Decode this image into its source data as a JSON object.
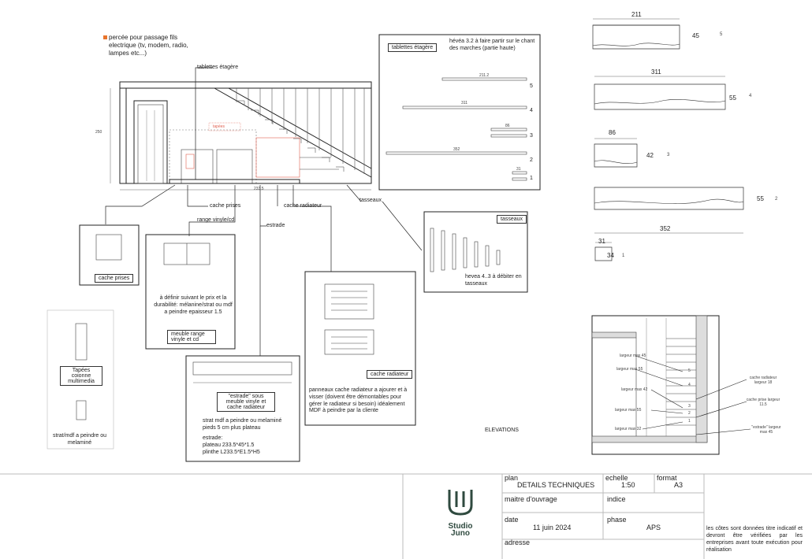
{
  "notes": {
    "percee": "percée pour passage fils electrique (tv, modem, radio, lampes etc...)",
    "tablettes_etagere": "tablettes étagère",
    "cache_prises": "cache prises",
    "range_vinyle": "range vinyle/cd",
    "estrade": "estrade",
    "cache_radiateur": "cache radiateur",
    "tasseaux": "tasseaux"
  },
  "panels": {
    "tablettes": {
      "title": "tablettes étagère",
      "text": "hévéa 3.2 à faire partir sur le chant des marches (partie haute)"
    },
    "tasseaux": {
      "title": "tasseaux",
      "text": "hevea 4..3 à débiter en tasseaux"
    },
    "cache_prises": {
      "title": "cache prises"
    },
    "meuble": {
      "title": "meuble range vinyle et cd",
      "text": "à définir suivant le prix et la durabilité: mélanine/strat ou mdf a peindre epaisseur 1.5"
    },
    "estrade": {
      "title": "\"estrade\" sous meuble vinyle et cache radiateur",
      "text1": "strat mdf a peindre ou melaminé pieds 5 cm plus plateau",
      "text2": "estrade:",
      "text3": "plateau 233.5*45*1.5",
      "text4": "plinthe L233.5*E1.5*H5"
    },
    "cache_radiateur": {
      "title": "cache radiateur",
      "text": "panneaux cache radiateur a ajourer et à visser (doivent être démontables pour gérer le radiateur si besoin) idéalement MDF à peindre par la cliente"
    },
    "tapees": {
      "title": "Tapées coionne multimedia",
      "text": "strat/mdf a peindre ou melaminé"
    }
  },
  "elevations_label": "ELEVATIONS",
  "top_views": [
    {
      "width": "211",
      "depth": "45",
      "index": "5"
    },
    {
      "width": "311",
      "depth": "55",
      "index": "4"
    },
    {
      "width": "86",
      "depth": "42",
      "index": "3"
    },
    {
      "width": "352",
      "depth": "55",
      "index": "2"
    },
    {
      "width": "31",
      "depth": "34",
      "index": "1"
    }
  ],
  "section": {
    "labels": [
      {
        "text": "largeur max 45",
        "num": "5"
      },
      {
        "text": "largeur max 55",
        "num": "4"
      },
      {
        "text": "largeur max 42",
        "num": "3"
      },
      {
        "text": "largeur max 55",
        "num": "2"
      },
      {
        "text": "largeur max 32",
        "num": "1"
      }
    ],
    "right": [
      {
        "text": "cache radiateur largeur 18"
      },
      {
        "text": "cache prise largeur 11.5"
      },
      {
        "text": "\"estrade\" largeur max 45"
      }
    ]
  },
  "shelf_numbers": [
    "5",
    "4",
    "3",
    "2",
    "1"
  ],
  "title_block": {
    "plan_label": "plan",
    "plan_value": "DETAILS TECHNIQUES",
    "echelle_label": "echelle",
    "echelle_value": "1:50",
    "format_label": "format",
    "format_value": "A3",
    "maitre_label": "maitre d'ouvrage",
    "indice_label": "indice",
    "date_label": "date",
    "date_value": "11 juin 2024",
    "phase_label": "phase",
    "phase_value": "APS",
    "adresse_label": "adresse",
    "disclaimer": "les côtes sont données titre indicatif et devront être vérifiées par les entreprises avant toute exécution pour réalisation",
    "logo_text_1": "Studio",
    "logo_text_2": "Juno",
    "logo_color": "#2f4a3f"
  },
  "accent_color": "#e8742c"
}
